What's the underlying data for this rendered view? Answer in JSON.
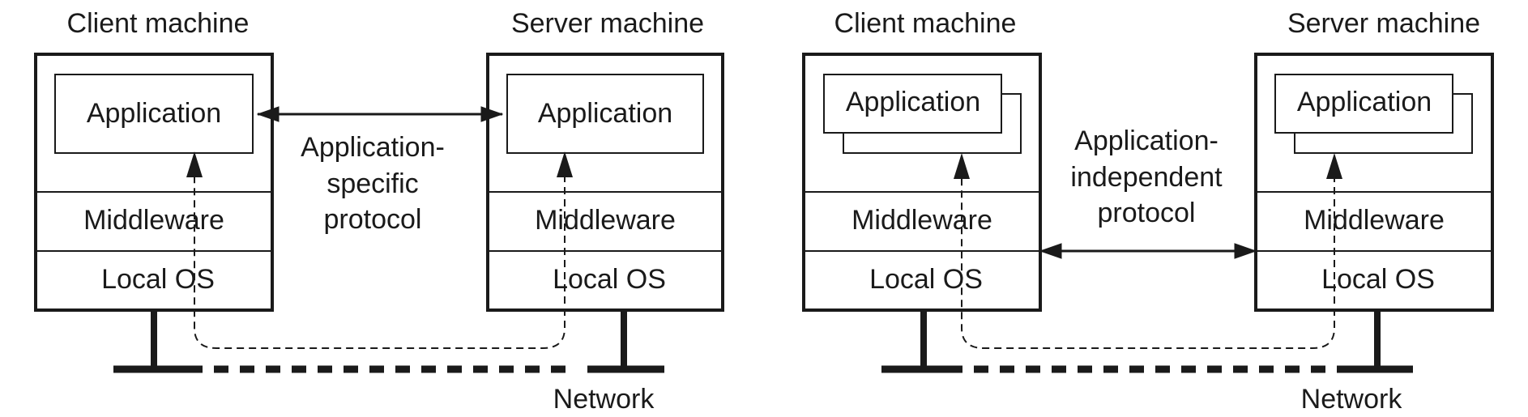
{
  "left_diagram": {
    "client_title": "Client machine",
    "server_title": "Server machine",
    "client": {
      "app_label": "Application",
      "middleware_label": "Middleware",
      "os_label": "Local OS"
    },
    "server": {
      "app_label": "Application",
      "middleware_label": "Middleware",
      "os_label": "Local OS"
    },
    "protocol_lines": [
      "Application-",
      "specific",
      "protocol"
    ],
    "network_label": "Network"
  },
  "right_diagram": {
    "client_title": "Client machine",
    "server_title": "Server machine",
    "client": {
      "app_label": "Application",
      "middleware_label": "Middleware",
      "os_label": "Local OS"
    },
    "server": {
      "app_label": "Application",
      "middleware_label": "Middleware",
      "os_label": "Local OS"
    },
    "protocol_lines": [
      "Application-",
      "independent",
      "protocol"
    ],
    "network_label": "Network"
  },
  "colors": {
    "stroke": "#1a1a1a",
    "background": "#ffffff"
  }
}
